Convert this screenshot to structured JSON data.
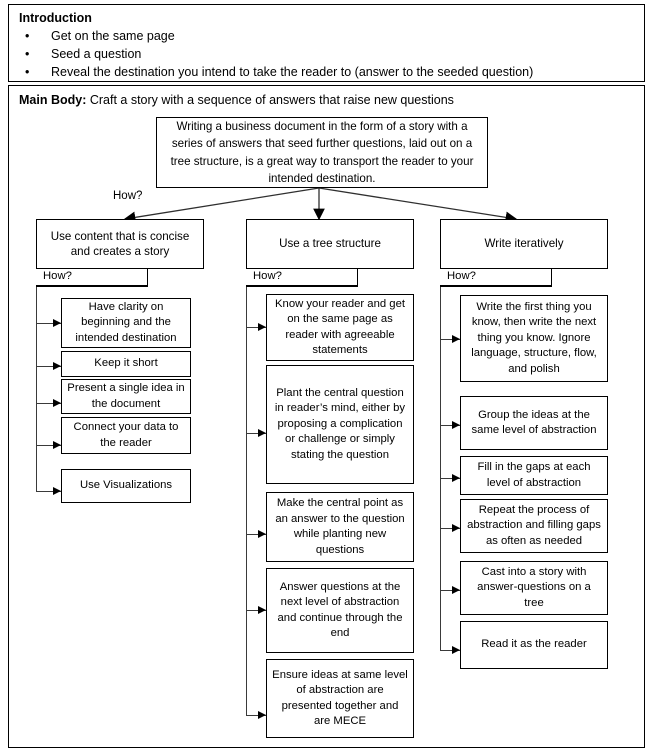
{
  "intro": {
    "title": "Introduction",
    "bullet_glyph": "•",
    "bullets": [
      "Get on the same page",
      "Seed a question",
      "Reveal the destination you intend to take the reader to (answer to the seeded question)"
    ]
  },
  "main_body": {
    "label": "Main Body:",
    "heading_rest": " Craft a story with a sequence of answers that raise new questions",
    "root": "Writing a business document in the form of a story with a series of answers that seed further questions, laid out on a tree structure, is a great way to transport the reader to your intended destination.",
    "how_label": "How?",
    "branches": [
      {
        "title": "Use content that is concise and creates a story",
        "how_label": "How?",
        "children": [
          "Have clarity on beginning and the intended destination",
          "Keep it short",
          "Present a single idea in the document",
          "Connect your data to the reader",
          "Use Visualizations"
        ]
      },
      {
        "title": "Use a tree structure",
        "how_label": "How?",
        "children": [
          "Know your reader and get on the same page as reader with agreeable statements",
          "Plant the central question in reader’s mind, either by proposing a complication or challenge or simply stating the question",
          "Make the central point as an answer to the question while planting new questions",
          "Answer questions at the next level of abstraction and continue through the end",
          "Ensure ideas at same level of abstraction are presented together and are MECE"
        ]
      },
      {
        "title": "Write iteratively",
        "how_label": "How?",
        "children": [
          "Write the first thing you know, then write the next thing you know. Ignore language, structure, flow, and polish",
          "Group the ideas at the same level of abstraction",
          "Fill in the gaps at each level of abstraction",
          "Repeat the process of abstraction and filling gaps as often as needed",
          "Cast into a story with answer-questions on a tree",
          "Read it as the reader"
        ]
      }
    ]
  },
  "colors": {
    "border": "#000000",
    "connector": "#3a3a3a",
    "background": "#ffffff"
  }
}
